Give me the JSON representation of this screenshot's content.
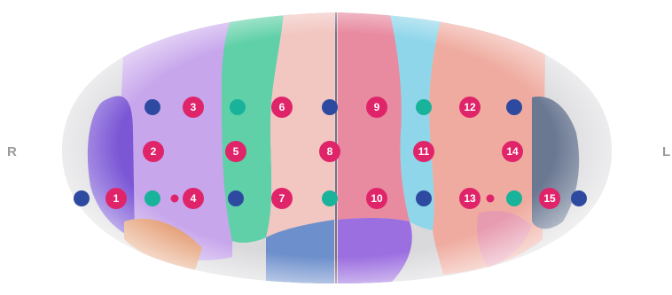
{
  "labels": {
    "right": "R",
    "left": "L"
  },
  "colors": {
    "numbered_marker": "#e0246a",
    "small_marker": "#e0246a",
    "navy_marker": "#2e4aa0",
    "teal_marker": "#18b39a",
    "cortex_gray": "#d9d9dc",
    "region_lavender": "#c7a6ec",
    "region_purple": "#7b57d6",
    "region_green": "#5fd0a7",
    "region_peach": "#f2c6c1",
    "region_rose": "#e88aa0",
    "region_cyan": "#8fd6ea",
    "region_salmon": "#efab9f",
    "region_slate": "#6a7892",
    "region_orange": "#e3996e",
    "region_blue": "#6d8fcc",
    "region_violet": "#9c6fe0"
  },
  "electrodes": [
    {
      "id": "1",
      "label": "1"
    },
    {
      "id": "2",
      "label": "2"
    },
    {
      "id": "3",
      "label": "3"
    },
    {
      "id": "4",
      "label": "4"
    },
    {
      "id": "5",
      "label": "5"
    },
    {
      "id": "6",
      "label": "6"
    },
    {
      "id": "7",
      "label": "7"
    },
    {
      "id": "8",
      "label": "8"
    },
    {
      "id": "9",
      "label": "9"
    },
    {
      "id": "10",
      "label": "10"
    },
    {
      "id": "11",
      "label": "11"
    },
    {
      "id": "12",
      "label": "12"
    },
    {
      "id": "13",
      "label": "13"
    },
    {
      "id": "14",
      "label": "14"
    },
    {
      "id": "15",
      "label": "15"
    }
  ],
  "markers": [
    {
      "type": "navy"
    },
    {
      "type": "teal"
    },
    {
      "type": "navy"
    },
    {
      "type": "teal"
    },
    {
      "type": "navy"
    },
    {
      "type": "navy"
    },
    {
      "type": "teal"
    },
    {
      "type": "small"
    },
    {
      "type": "navy"
    },
    {
      "type": "teal"
    },
    {
      "type": "navy"
    },
    {
      "type": "small"
    },
    {
      "type": "teal"
    },
    {
      "type": "navy"
    }
  ]
}
